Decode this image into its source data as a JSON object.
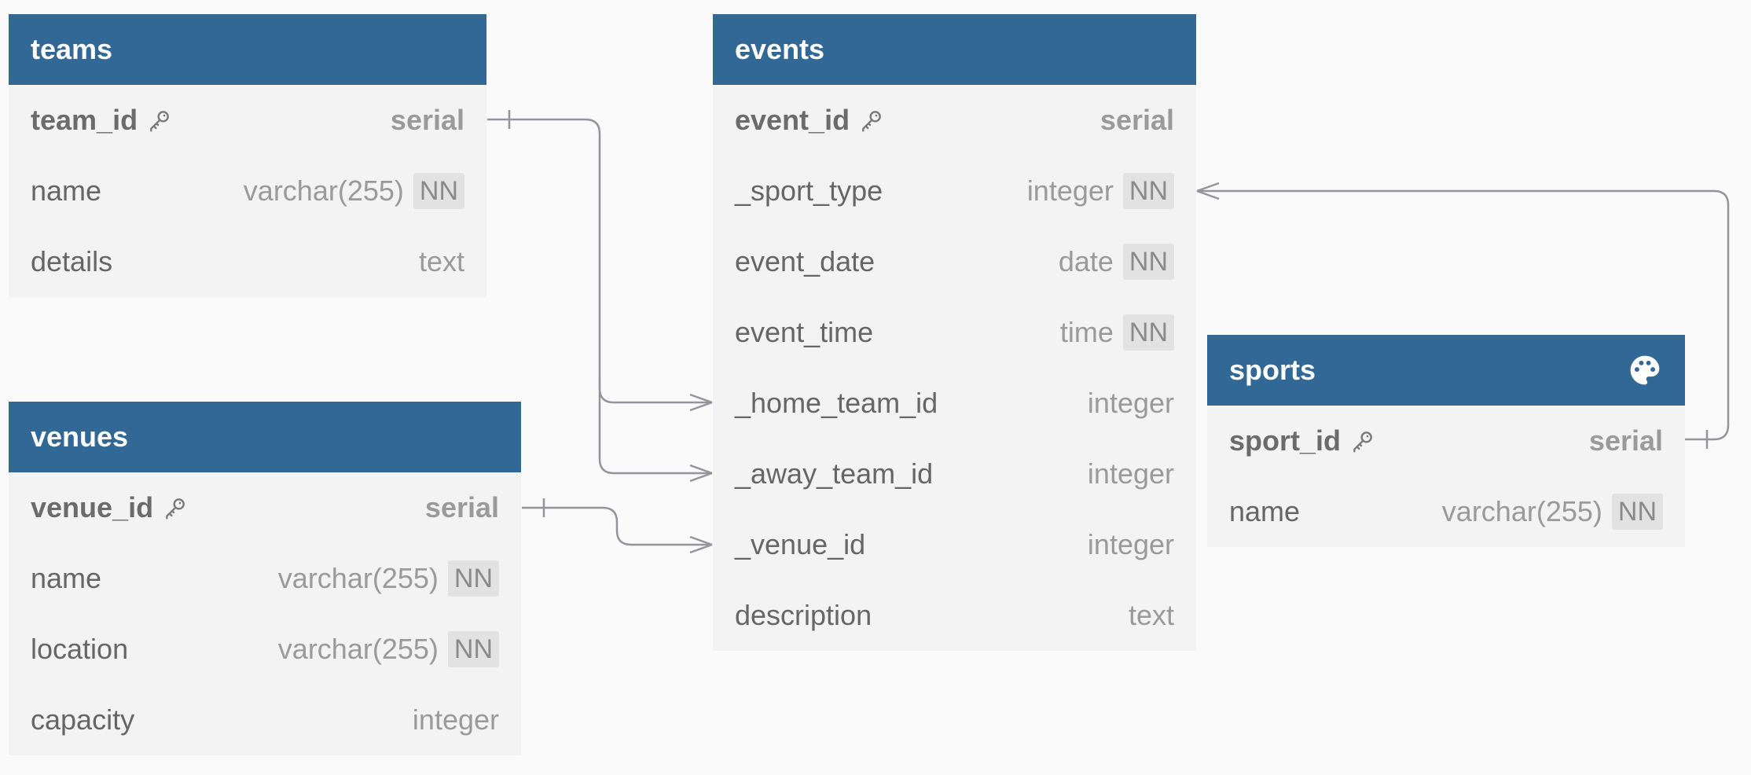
{
  "colors": {
    "header": "#316896",
    "body": "#f3f3f3",
    "background": "#fafafa",
    "connector": "#94949c"
  },
  "tables": {
    "teams": {
      "title": "teams",
      "fields": [
        {
          "name": "team_id",
          "type": "serial",
          "pk": true,
          "nn": ""
        },
        {
          "name": "name",
          "type": "varchar(255)",
          "pk": false,
          "nn": "NN"
        },
        {
          "name": "details",
          "type": "text",
          "pk": false,
          "nn": ""
        }
      ]
    },
    "venues": {
      "title": "venues",
      "fields": [
        {
          "name": "venue_id",
          "type": "serial",
          "pk": true,
          "nn": ""
        },
        {
          "name": "name",
          "type": "varchar(255)",
          "pk": false,
          "nn": "NN"
        },
        {
          "name": "location",
          "type": "varchar(255)",
          "pk": false,
          "nn": "NN"
        },
        {
          "name": "capacity",
          "type": "integer",
          "pk": false,
          "nn": ""
        }
      ]
    },
    "events": {
      "title": "events",
      "fields": [
        {
          "name": "event_id",
          "type": "serial",
          "pk": true,
          "nn": ""
        },
        {
          "name": "_sport_type",
          "type": "integer",
          "pk": false,
          "nn": "NN"
        },
        {
          "name": "event_date",
          "type": "date",
          "pk": false,
          "nn": "NN"
        },
        {
          "name": "event_time",
          "type": "time",
          "pk": false,
          "nn": "NN"
        },
        {
          "name": "_home_team_id",
          "type": "integer",
          "pk": false,
          "nn": ""
        },
        {
          "name": "_away_team_id",
          "type": "integer",
          "pk": false,
          "nn": ""
        },
        {
          "name": "_venue_id",
          "type": "integer",
          "pk": false,
          "nn": ""
        },
        {
          "name": "description",
          "type": "text",
          "pk": false,
          "nn": ""
        }
      ]
    },
    "sports": {
      "title": "sports",
      "header_icon": "palette-icon",
      "fields": [
        {
          "name": "sport_id",
          "type": "serial",
          "pk": true,
          "nn": ""
        },
        {
          "name": "name",
          "type": "varchar(255)",
          "pk": false,
          "nn": "NN"
        }
      ]
    }
  },
  "relationships": [
    {
      "from": "teams.team_id",
      "to": "events._home_team_id",
      "cardinality": "one-to-many"
    },
    {
      "from": "teams.team_id",
      "to": "events._away_team_id",
      "cardinality": "one-to-many"
    },
    {
      "from": "venues.venue_id",
      "to": "events._venue_id",
      "cardinality": "one-to-many"
    },
    {
      "from": "sports.sport_id",
      "to": "events._sport_type",
      "cardinality": "one-to-many"
    }
  ]
}
